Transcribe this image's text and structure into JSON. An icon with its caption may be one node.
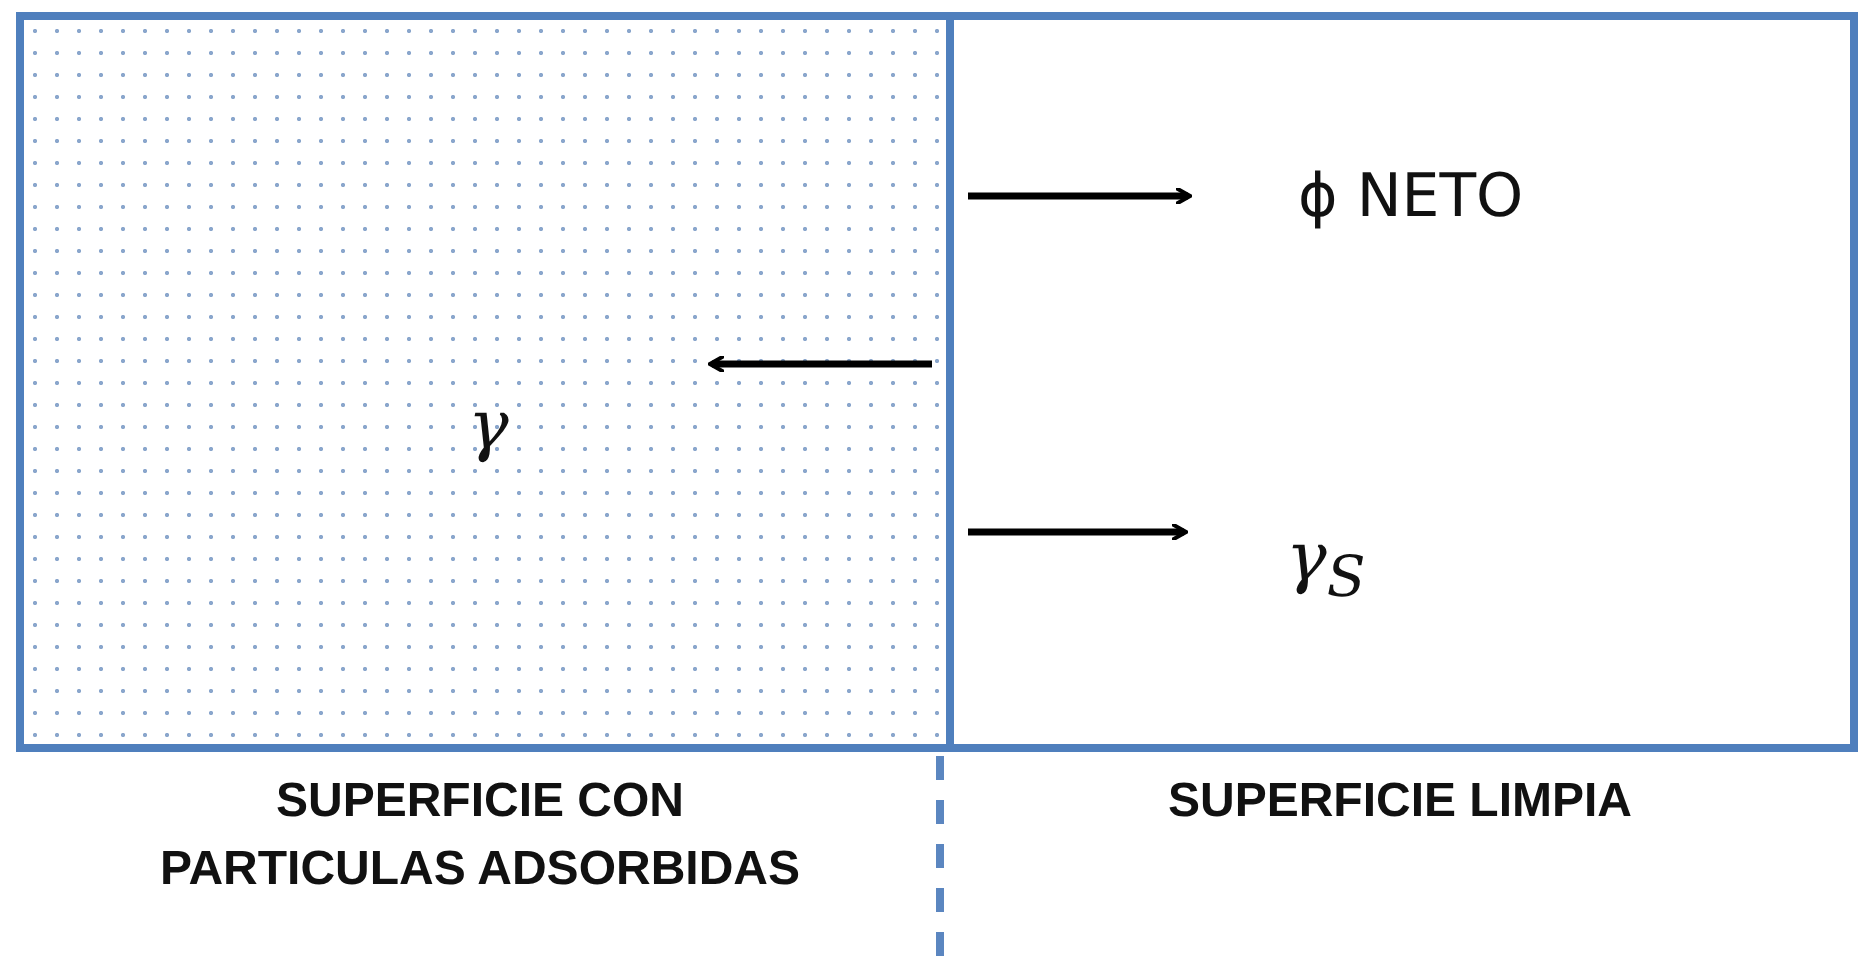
{
  "diagram": {
    "nodes": [
      {
        "text": [
          "γ"
        ]
      },
      {
        "text": [
          "ϕ NETO",
          "γ$_{S}$"
        ]
      }
    ],
    "labels": [
      "SUPERFICIE CON PARTICULAS ADSORBIDAS",
      "SUPERFICIE LIMPIA"
    ]
  }
}
